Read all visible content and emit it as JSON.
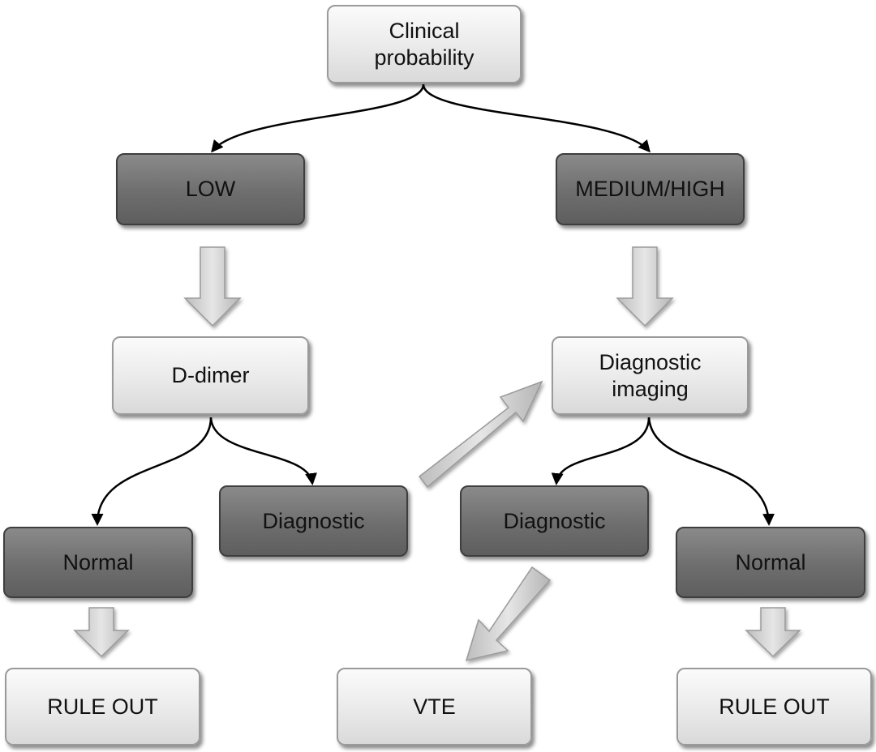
{
  "nodes": {
    "clinical_probability": "Clinical\nprobability",
    "low": "LOW",
    "medium_high": "MEDIUM/HIGH",
    "d_dimer": "D-dimer",
    "diagnostic_imaging": "Diagnostic\nimaging",
    "normal_left": "Normal",
    "diagnostic_left": "Diagnostic",
    "diagnostic_right": "Diagnostic",
    "normal_right": "Normal",
    "rule_out_left": "RULE OUT",
    "vte": "VTE",
    "rule_out_right": "RULE OUT"
  },
  "colors": {
    "light_box": "#e8e8e8",
    "dark_box": "#6e6e6e",
    "block_arrow": "#d0d0d0",
    "connector": "#000000"
  }
}
